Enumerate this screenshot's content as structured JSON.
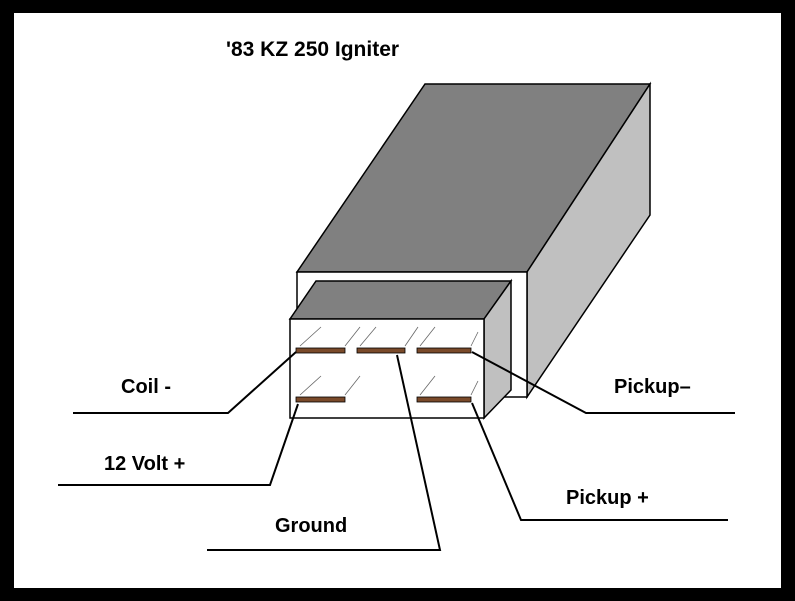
{
  "title": "'83 KZ 250 Igniter",
  "labels": {
    "coil_neg": "Coil -",
    "volt12_pos": "12 Volt +",
    "ground": "Ground",
    "pickup_neg": "Pickup–",
    "pickup_pos": "Pickup +"
  },
  "colors": {
    "top_face": "#808080",
    "side_face": "#c0c0c0",
    "terminal": "#7a4a2a",
    "frame": "#000000"
  }
}
